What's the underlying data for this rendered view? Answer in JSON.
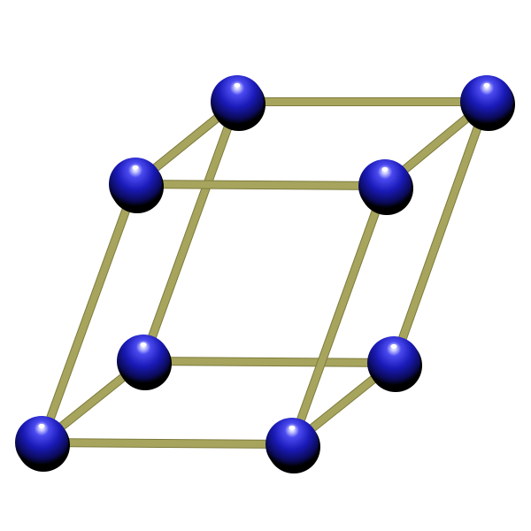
{
  "diagram": {
    "type": "crystal-lattice-unit-cell",
    "shape": "parallelepiped",
    "colors": {
      "background": "#ffffff",
      "bond": "#a7a55d",
      "bond_shadow": "#7d7b3c",
      "atom": "#1a1ab8",
      "atom_highlight": "#ffffff",
      "atom_shadow": "#000000"
    },
    "atoms": [
      {
        "id": "front-bottom-left"
      },
      {
        "id": "front-bottom-right"
      },
      {
        "id": "back-bottom-left"
      },
      {
        "id": "back-bottom-right"
      },
      {
        "id": "front-top-left"
      },
      {
        "id": "front-top-right"
      },
      {
        "id": "back-top-left"
      },
      {
        "id": "back-top-right"
      }
    ],
    "bonds": [
      {
        "from": "front-bottom-left",
        "to": "front-bottom-right"
      },
      {
        "from": "front-bottom-left",
        "to": "back-bottom-left"
      },
      {
        "from": "front-bottom-right",
        "to": "back-bottom-right"
      },
      {
        "from": "back-bottom-left",
        "to": "back-bottom-right"
      },
      {
        "from": "front-top-left",
        "to": "front-top-right"
      },
      {
        "from": "front-top-left",
        "to": "back-top-left"
      },
      {
        "from": "front-top-right",
        "to": "back-top-right"
      },
      {
        "from": "back-top-left",
        "to": "back-top-right"
      },
      {
        "from": "front-bottom-left",
        "to": "front-top-left"
      },
      {
        "from": "front-bottom-right",
        "to": "front-top-right"
      },
      {
        "from": "back-bottom-left",
        "to": "back-top-left"
      },
      {
        "from": "back-bottom-right",
        "to": "back-top-right"
      }
    ]
  }
}
